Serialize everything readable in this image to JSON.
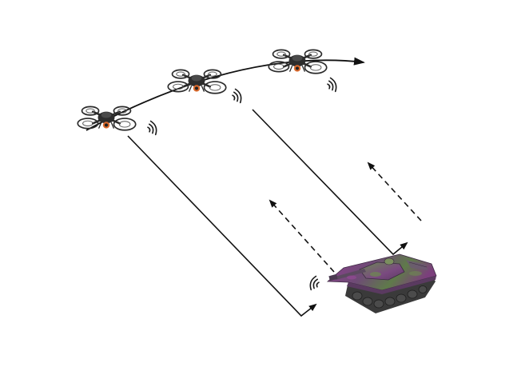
{
  "diagram": {
    "nodes": [
      {
        "id": "drone-1",
        "icon": "quadcopter-drone-icon"
      },
      {
        "id": "drone-2",
        "icon": "quadcopter-drone-icon"
      },
      {
        "id": "drone-3",
        "icon": "quadcopter-drone-icon"
      },
      {
        "id": "tank",
        "icon": "camouflaged-tank-icon"
      }
    ],
    "edges": [
      {
        "id": "flight-path",
        "from": "drone-1",
        "to": "drone-3",
        "style": "solid-curve-arrow"
      },
      {
        "id": "link-drone-1-to-tank",
        "from": "drone-1",
        "to": "tank",
        "style": "solid-arrow"
      },
      {
        "id": "link-drone-2-to-tank",
        "from": "drone-2",
        "to": "tank",
        "style": "solid-arrow"
      },
      {
        "id": "return-signal-1",
        "from": "tank",
        "to": "drone-1",
        "style": "dashed-arrow"
      },
      {
        "id": "return-signal-2",
        "from": "tank",
        "to": "drone-2",
        "style": "dashed-arrow"
      }
    ],
    "signal_icons": [
      "wireless-signal-icon",
      "wireless-signal-icon",
      "wireless-signal-icon",
      "wireless-signal-icon"
    ],
    "colors": {
      "line": "#111111",
      "drone_body": "#2d2d2d",
      "drone_accent": "#d9682b",
      "tank_purple": "#7a3a7e",
      "tank_green": "#5c7a44",
      "tank_track": "#3a3a3a"
    }
  }
}
